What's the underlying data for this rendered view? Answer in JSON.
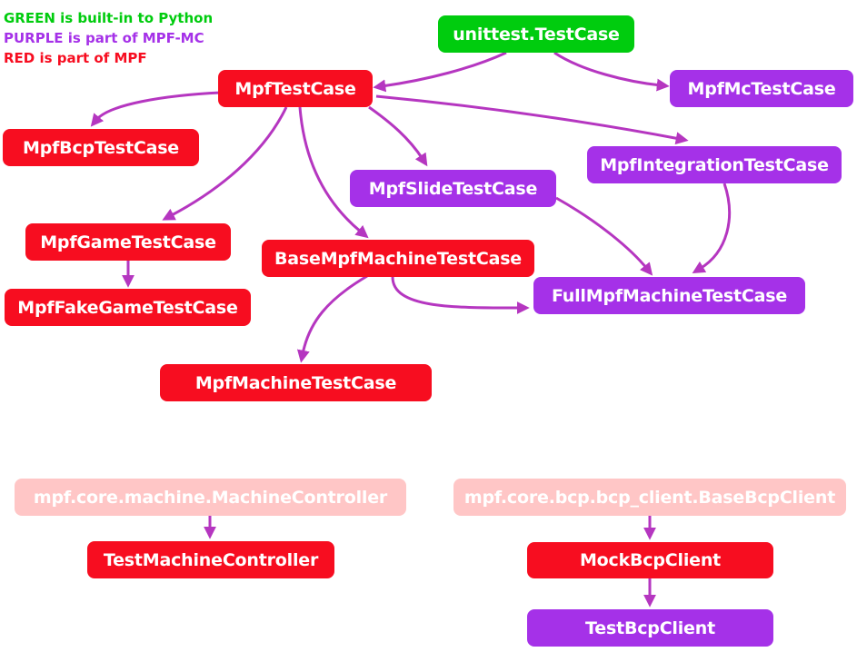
{
  "legend": {
    "green": {
      "text": "GREEN is built-in to Python",
      "color": "#00cc0e"
    },
    "purple": {
      "text": "PURPLE is part of MPF-MC",
      "color": "#a531e8"
    },
    "red": {
      "text": "RED is part of MPF",
      "color": "#f70d20"
    }
  },
  "colors": {
    "edge": "#b536c0",
    "pink_node": "#ffc6c6"
  },
  "nodes": {
    "unittest": "unittest.TestCase",
    "mpf_test_case": "MpfTestCase",
    "mpf_mc_test_case": "MpfMcTestCase",
    "mpf_bcp_test_case": "MpfBcpTestCase",
    "mpf_integration_test_case": "MpfIntegrationTestCase",
    "mpf_slide_test_case": "MpfSlideTestCase",
    "mpf_game_test_case": "MpfGameTestCase",
    "base_mpf_machine_test_case": "BaseMpfMachineTestCase",
    "full_mpf_machine_test_case": "FullMpfMachineTestCase",
    "mpf_fake_game_test_case": "MpfFakeGameTestCase",
    "mpf_machine_test_case": "MpfMachineTestCase",
    "machine_controller": "mpf.core.machine.MachineController",
    "test_machine_controller": "TestMachineController",
    "base_bcp_client": "mpf.core.bcp.bcp_client.BaseBcpClient",
    "mock_bcp_client": "MockBcpClient",
    "test_bcp_client": "TestBcpClient"
  }
}
